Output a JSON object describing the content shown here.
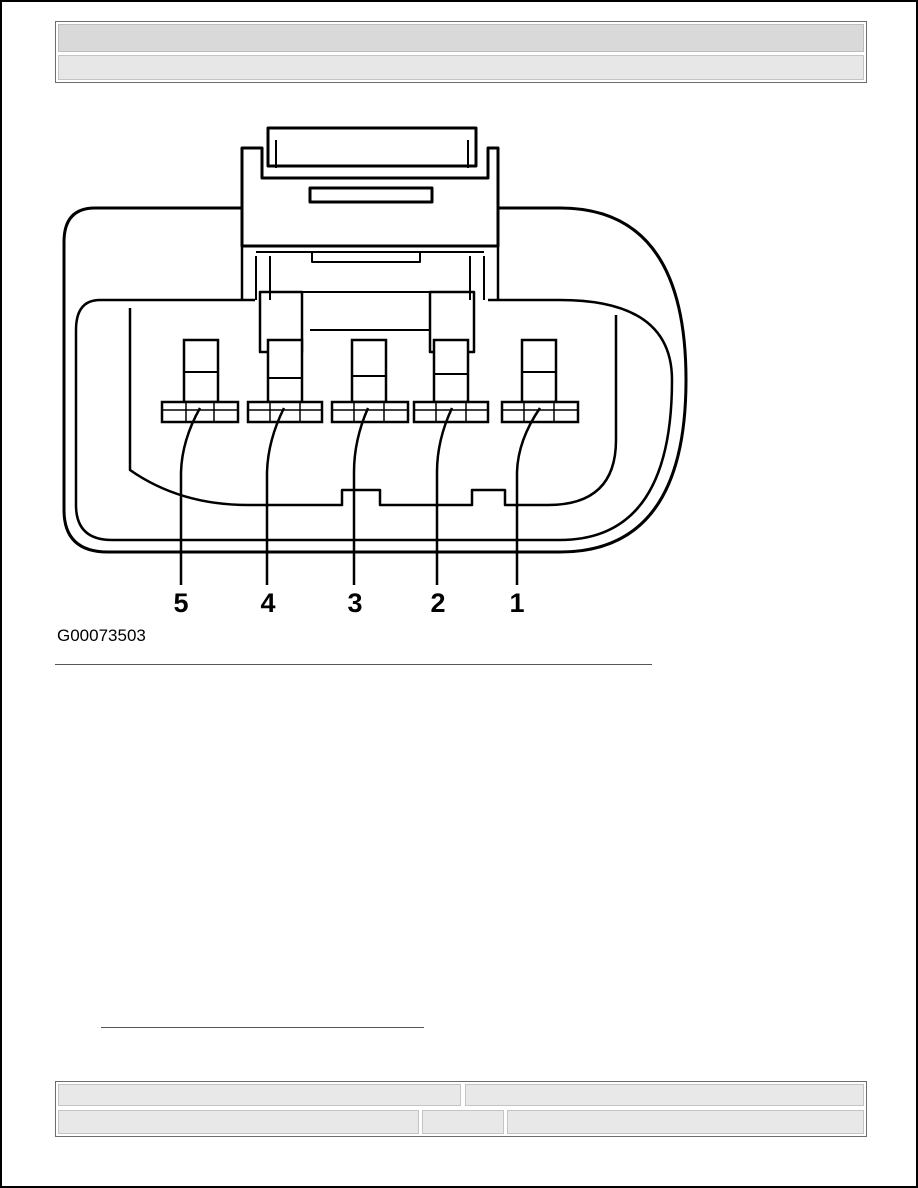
{
  "header": {
    "title": "",
    "subtitle": ""
  },
  "figure": {
    "pins": [
      {
        "number": "5"
      },
      {
        "number": "4"
      },
      {
        "number": "3"
      },
      {
        "number": "2"
      },
      {
        "number": "1"
      }
    ],
    "figure_id": "G00073503"
  },
  "footer": {
    "left_top": "",
    "right_top": "",
    "left_bottom": "",
    "middle_bottom": "",
    "right_bottom": ""
  }
}
